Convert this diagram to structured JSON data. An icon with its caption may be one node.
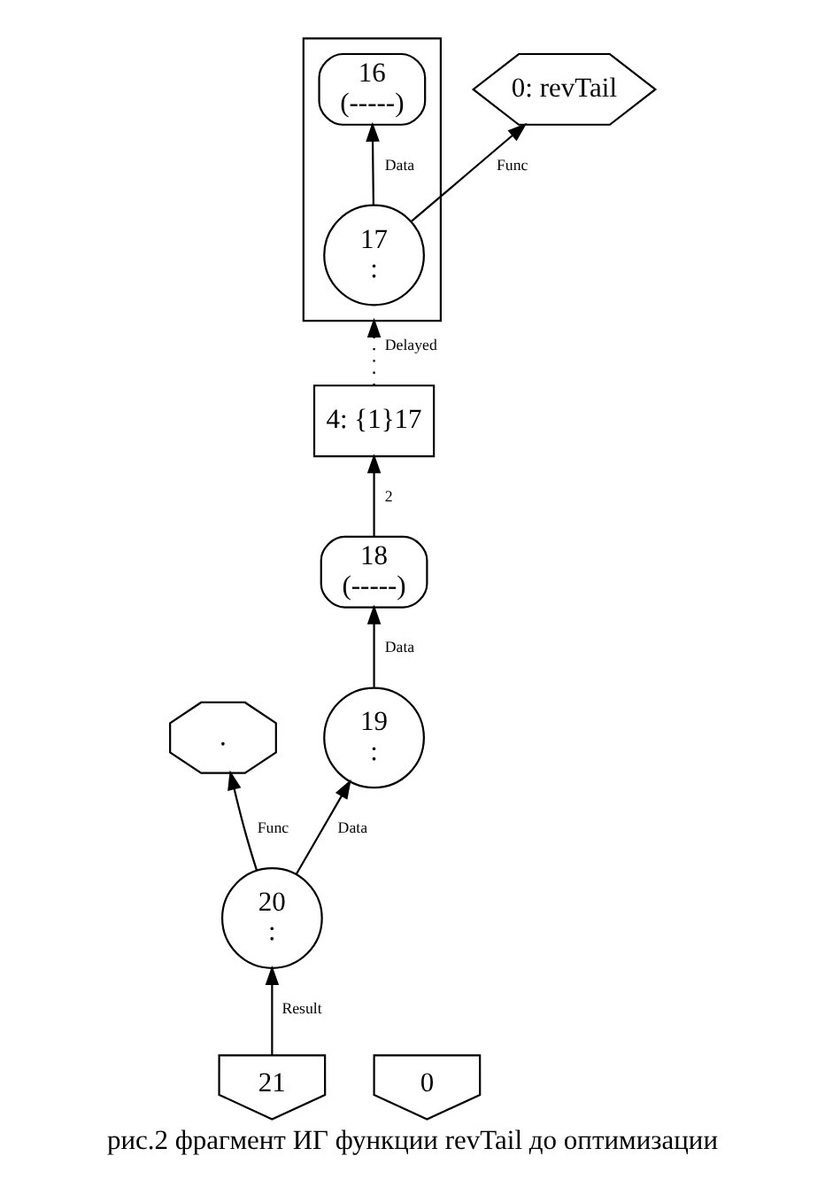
{
  "diagram": {
    "caption": "рис.2 фрагмент ИГ функции revTail до оптимизации",
    "nodes": [
      {
        "text": [],
        "shape": "box"
      },
      {
        "text": [
          "16",
          "(-----)"
        ],
        "in": 0
      },
      {
        "text": [
          "0: revTail"
        ]
      },
      {
        "text": [
          "17",
          ":"
        ],
        "in": 0
      },
      {
        "text": [
          "4: {1}17"
        ]
      },
      {
        "text": [
          "18",
          "(-----)"
        ]
      },
      {
        "text": [
          "."
        ]
      },
      {
        "text": [
          "19",
          ":"
        ]
      },
      {
        "text": [
          "20",
          ":"
        ]
      },
      {
        "text": [
          "21"
        ]
      },
      {
        "text": [
          "0"
        ]
      }
    ],
    "edges": [
      {
        "from": 3,
        "to": 1,
        "arrow": "to",
        "label": "Data"
      },
      {
        "from": 3,
        "to": 2,
        "arrow": "to",
        "label": "Func"
      },
      {
        "from": 4,
        "to": 0,
        "arrow": "to",
        "label": "Delayed",
        "style": "dashed"
      },
      {
        "from": 5,
        "to": 4,
        "arrow": "to",
        "label": "2"
      },
      {
        "from": 7,
        "to": 5,
        "arrow": "to",
        "label": "Data"
      },
      {
        "from": 8,
        "to": 6,
        "arrow": "to",
        "label": "Func"
      },
      {
        "from": 8,
        "to": 7,
        "arrow": "to",
        "label": "Data"
      },
      {
        "from": 9,
        "to": 8,
        "arrow": "to",
        "label": "Result"
      }
    ]
  }
}
